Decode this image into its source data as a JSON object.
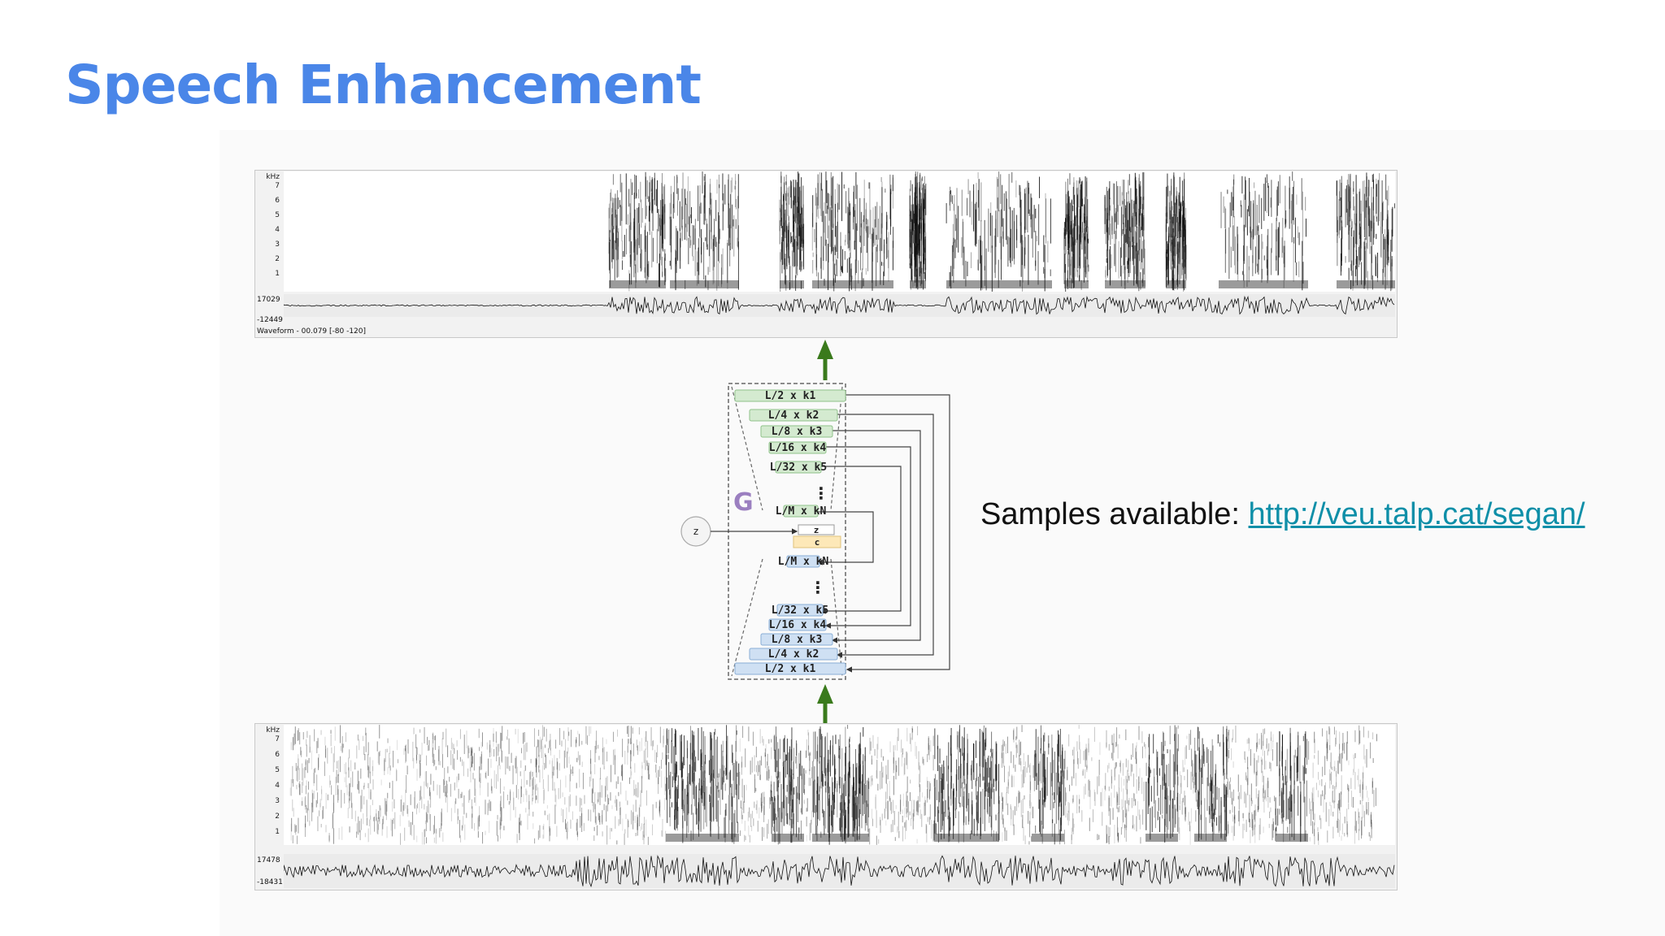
{
  "slide": {
    "title": "Speech Enhancement",
    "samples_label": "Samples available: ",
    "samples_link": "http://veu.talp.cat/segan/"
  },
  "spectrogram_top": {
    "axis_unit": "kHz",
    "ticks": [
      "7",
      "6",
      "5",
      "4",
      "3",
      "2",
      "1"
    ],
    "wave_max": "17029",
    "wave_min": "-12449",
    "wave_caption": "Waveform - 00.079 [-80 -120]"
  },
  "spectrogram_bottom": {
    "axis_unit": "kHz",
    "ticks": [
      "7",
      "6",
      "5",
      "4",
      "3",
      "2",
      "1"
    ],
    "wave_max": "17478",
    "wave_min": "-18431"
  },
  "generator": {
    "label": "G",
    "noise_label": "z",
    "latent_label": "z",
    "condition_label": "c",
    "ellipsis": "⋮",
    "encoder_layers": [
      "L/2 x k1",
      "L/4 x k2",
      "L/8 x k3",
      "L/16 x k4",
      "L/32 x k5",
      "L/M x kN"
    ],
    "decoder_layers": [
      "L/M x kN",
      "L/32 x k5",
      "L/16 x k4",
      "L/8 x k3",
      "L/4 x k2",
      "L/2 x k1"
    ],
    "colors": {
      "encoder_fill": "#d4ead0",
      "encoder_stroke": "#8fc28a",
      "decoder_fill": "#cfe0f3",
      "decoder_stroke": "#8aaed6",
      "latent_fill": "#ffffff",
      "condition_fill": "#fde8b8",
      "g_label": "#9b7fc0",
      "arrow": "#3a7a1c"
    }
  }
}
